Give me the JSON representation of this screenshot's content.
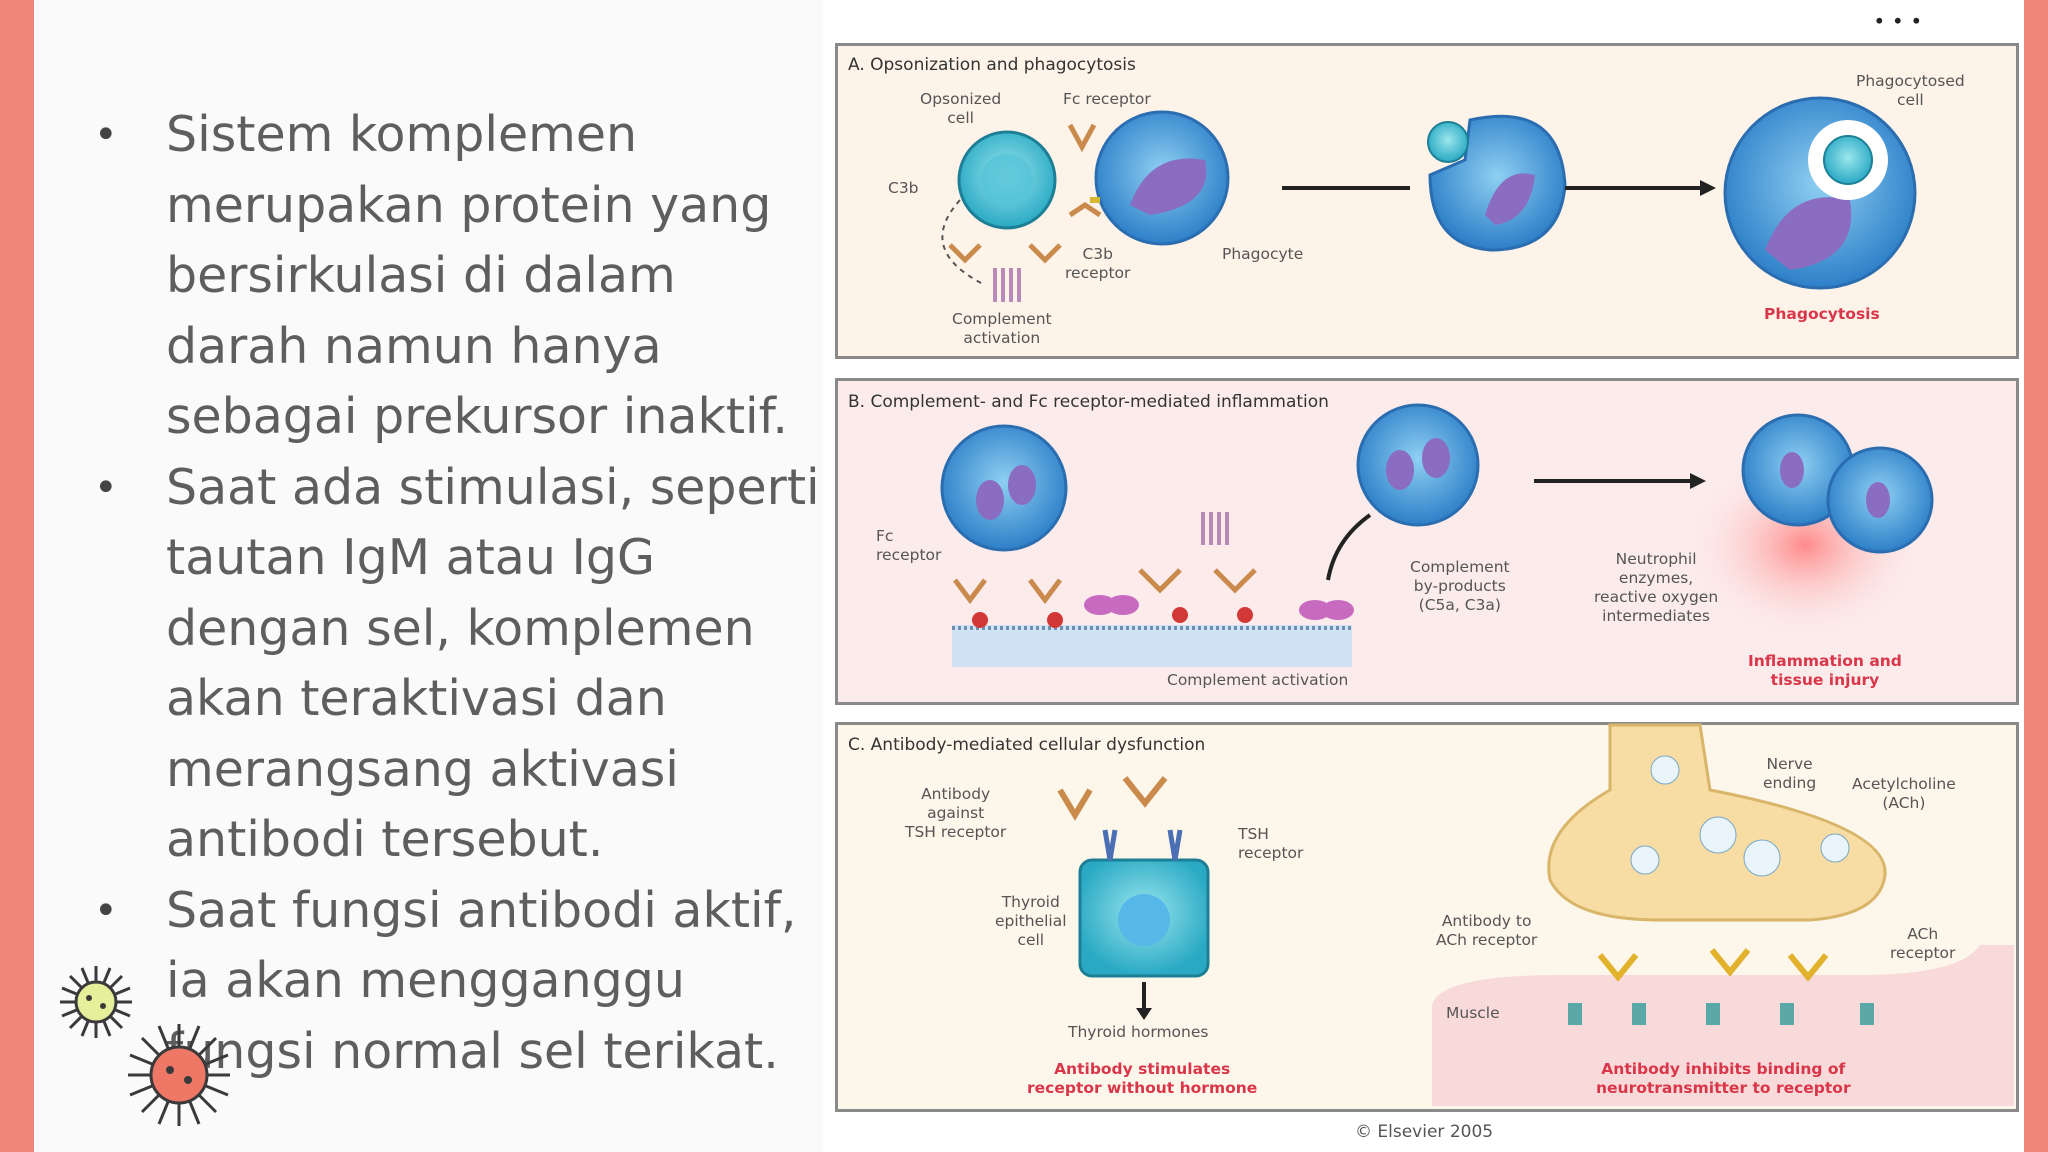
{
  "bullets": [
    "Sistem komplemen merupakan protein yang bersirkulasi di dalam darah namun hanya sebagai prekursor inaktif.",
    "Saat ada stimulasi, seperti tautan IgM atau IgG dengan sel, komplemen akan teraktivasi dan merangsang aktivasi antibodi tersebut.",
    "Saat fungsi antibodi aktif, ia akan mengganggu fungsi normal sel terikat."
  ],
  "bullet_lines": [
    [
      "Sistem komplemen",
      "merupakan protein yang",
      "bersirkulasi di dalam",
      "darah namun hanya",
      "sebagai prekursor inaktif."
    ],
    [
      "Saat ada stimulasi, seperti",
      "tautan IgM atau IgG",
      "dengan sel, komplemen",
      "akan teraktivasi dan",
      "merangsang aktivasi",
      "antibodi tersebut."
    ],
    [
      "Saat fungsi antibodi aktif,",
      "ia akan mengganggu",
      "fungsi normal sel terikat."
    ]
  ],
  "bullet_symbol": "•",
  "figure": {
    "top_glyph": "∙∙∙",
    "panel_a": {
      "title": "A. Opsonization and phagocytosis",
      "opsonized_cell": "Opsonized\ncell",
      "fc_receptor": "Fc receptor",
      "c3b": "C3b",
      "c3b_receptor": "C3b\nreceptor",
      "phagocyte": "Phagocyte",
      "complement_activation": "Complement\nactivation",
      "phagocytosed_cell": "Phagocytosed\ncell",
      "phagocytosis": "Phagocytosis"
    },
    "panel_b": {
      "title": "B. Complement- and Fc receptor-mediated inflammation",
      "fc_receptor": "Fc\nreceptor",
      "complement_byproducts": "Complement\nby-products\n(C5a, C3a)",
      "neutrophil_enzymes": "Neutrophil\nenzymes,\nreactive oxygen\nintermediates",
      "complement_activation": "Complement activation",
      "inflammation": "Inflammation and\ntissue injury"
    },
    "panel_c": {
      "title": "C. Antibody-mediated cellular dysfunction",
      "antibody_tsh": "Antibody\nagainst\nTSH receptor",
      "tsh_receptor": "TSH\nreceptor",
      "thyroid_cell": "Thyroid\nepithelial\ncell",
      "thyroid_hormones": "Thyroid hormones",
      "stimulates": "Antibody stimulates\nreceptor without hormone",
      "nerve_ending": "Nerve\nending",
      "acetylcholine": "Acetylcholine\n(ACh)",
      "antibody_ach": "Antibody to\nACh receptor",
      "ach_receptor": "ACh\nreceptor",
      "muscle": "Muscle",
      "inhibits": "Antibody inhibits binding of\nneurotransmitter to receptor"
    },
    "copyright": "© Elsevier 2005"
  },
  "colors": {
    "edge": "#f0867a",
    "text": "#5e5e5e",
    "accent_red": "#d9364a",
    "cell_blue": "#3f8fd6",
    "nucleus": "#8a6cc0"
  }
}
